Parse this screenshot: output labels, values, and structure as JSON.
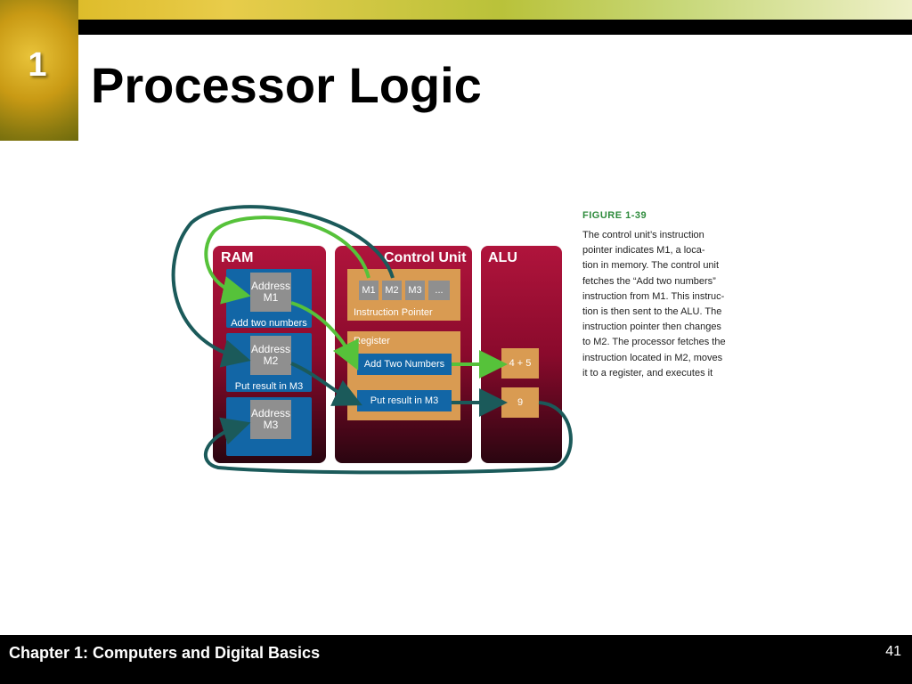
{
  "slide": {
    "chapter_number": "1",
    "title": "Processor Logic",
    "footer": "Chapter 1: Computers and Digital Basics",
    "page_number": "41"
  },
  "figure": {
    "label": "FIGURE 1-39",
    "caption_lines": [
      "The control unit’s instruction",
      "pointer indicates M1, a loca-",
      "tion in memory. The control unit",
      "fetches the “Add two numbers”",
      "instruction from M1. This instruc-",
      "tion is then sent to the ALU. The",
      "instruction pointer then changes",
      "to M2. The processor fetches the",
      "instruction located in M2, moves",
      "it to a register, and executes it"
    ],
    "ram": {
      "title": "RAM",
      "cells": [
        {
          "address_line1": "Address",
          "address_line2": "M1",
          "content": "Add two numbers"
        },
        {
          "address_line1": "Address",
          "address_line2": "M2",
          "content": "Put result in M3"
        },
        {
          "address_line1": "Address",
          "address_line2": "M3",
          "content": ""
        }
      ]
    },
    "control_unit": {
      "title": "Control Unit",
      "pointer_cells": [
        "M1",
        "M2",
        "M3",
        "..."
      ],
      "pointer_label": "Instruction Pointer",
      "register_label": "Register",
      "register_items": [
        "Add Two Numbers",
        "Put result in M3"
      ]
    },
    "alu": {
      "title": "ALU",
      "items": [
        "4 + 5",
        "9"
      ]
    },
    "colors": {
      "panel": "#9a0e33",
      "ram_cell": "#1266a6",
      "address_box": "#8f8f8f",
      "orange": "#d99b52",
      "green_arrow": "#56c23a",
      "teal_arrow": "#1b5a5a",
      "figure_label": "#2e8b3c"
    }
  }
}
